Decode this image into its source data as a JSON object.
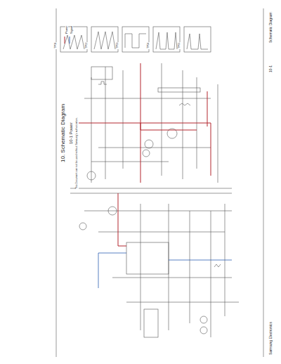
{
  "diagram": {
    "title": "10. Schematic Diagram",
    "labels": [
      "Schematic Diagram",
      "10-1",
      "Samsung Electronics",
      "10-1 Power",
      "This Document can not be used without Samsung's authorization.",
      "TP01",
      "TP02",
      "TP03",
      "TP04",
      "TP05"
    ],
    "legend": [
      {
        "text": "Power"
      },
      {
        "text": "Signal"
      }
    ]
  }
}
